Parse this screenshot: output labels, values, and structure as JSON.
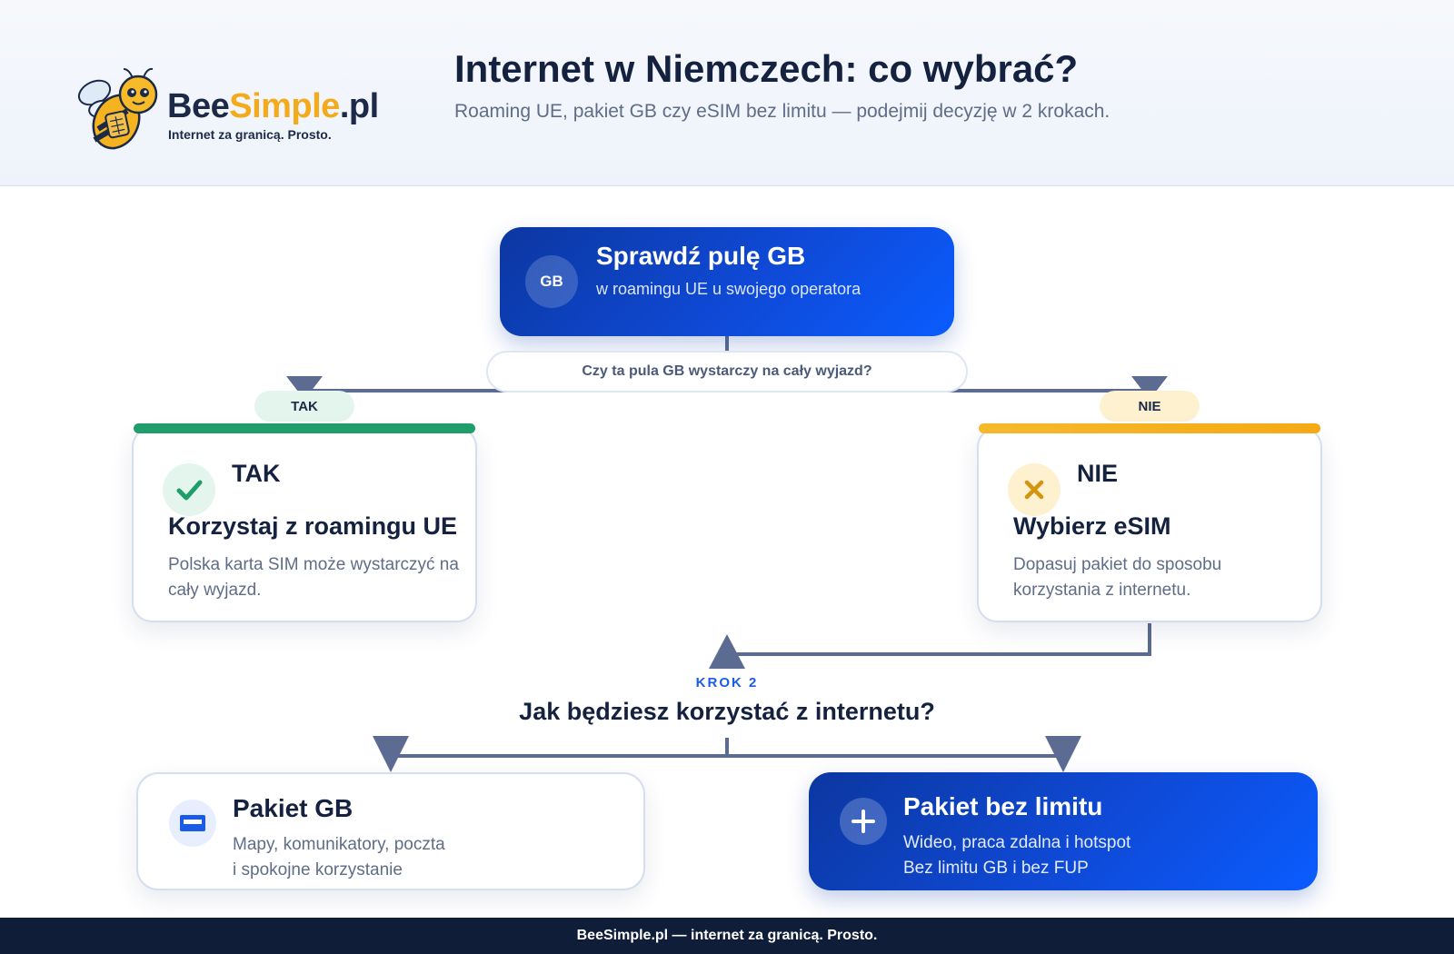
{
  "header": {
    "brand_main": "Bee",
    "brand_accent": "Simple",
    "brand_tld": ".pl",
    "tagline": "Internet za granicą. Prosto.",
    "title": "Internet w Niemczech: co wybrać?",
    "subtitle": "Roaming UE, pakiet GB czy eSIM bez limitu — podejmij decyzję w 2 krokach."
  },
  "start": {
    "icon_label": "GB",
    "title": "Sprawdź pulę GB",
    "subtitle": "w roamingu UE u swojego operatora"
  },
  "question": "Czy ta pula GB wystarczy na cały wyjazd?",
  "branches": {
    "yes": {
      "tag": "TAK",
      "head": "TAK",
      "title": "Korzystaj z roamingu UE",
      "text": "Polska karta SIM może wystarczyć na cały wyjazd.",
      "icon": "check-icon"
    },
    "no": {
      "tag": "NIE",
      "head": "NIE",
      "title": "Wybierz eSIM",
      "text": "Dopasuj pakiet do sposobu korzystania z internetu.",
      "icon": "x-icon"
    }
  },
  "step2": {
    "label": "KROK 2",
    "question": "Jak będziesz korzystać z internetu?"
  },
  "options": {
    "gb": {
      "title": "Pakiet GB",
      "line1": "Mapy, komunikatory, poczta",
      "line2": "i spokojne korzystanie",
      "icon": "card-icon"
    },
    "unlimited": {
      "title": "Pakiet bez limitu",
      "line1": "Wideo, praca zdalna i hotspot",
      "line2": "Bez limitu GB i bez FUP",
      "icon": "plus-icon"
    }
  },
  "footer": "BeeSimple.pl — internet za granicą. Prosto.",
  "colors": {
    "primary_blue": "#0f49d6",
    "yes_green": "#1f9d6b",
    "no_amber": "#f5b92c",
    "connector": "#5b6b92",
    "footer_bg": "#0f1d38"
  }
}
